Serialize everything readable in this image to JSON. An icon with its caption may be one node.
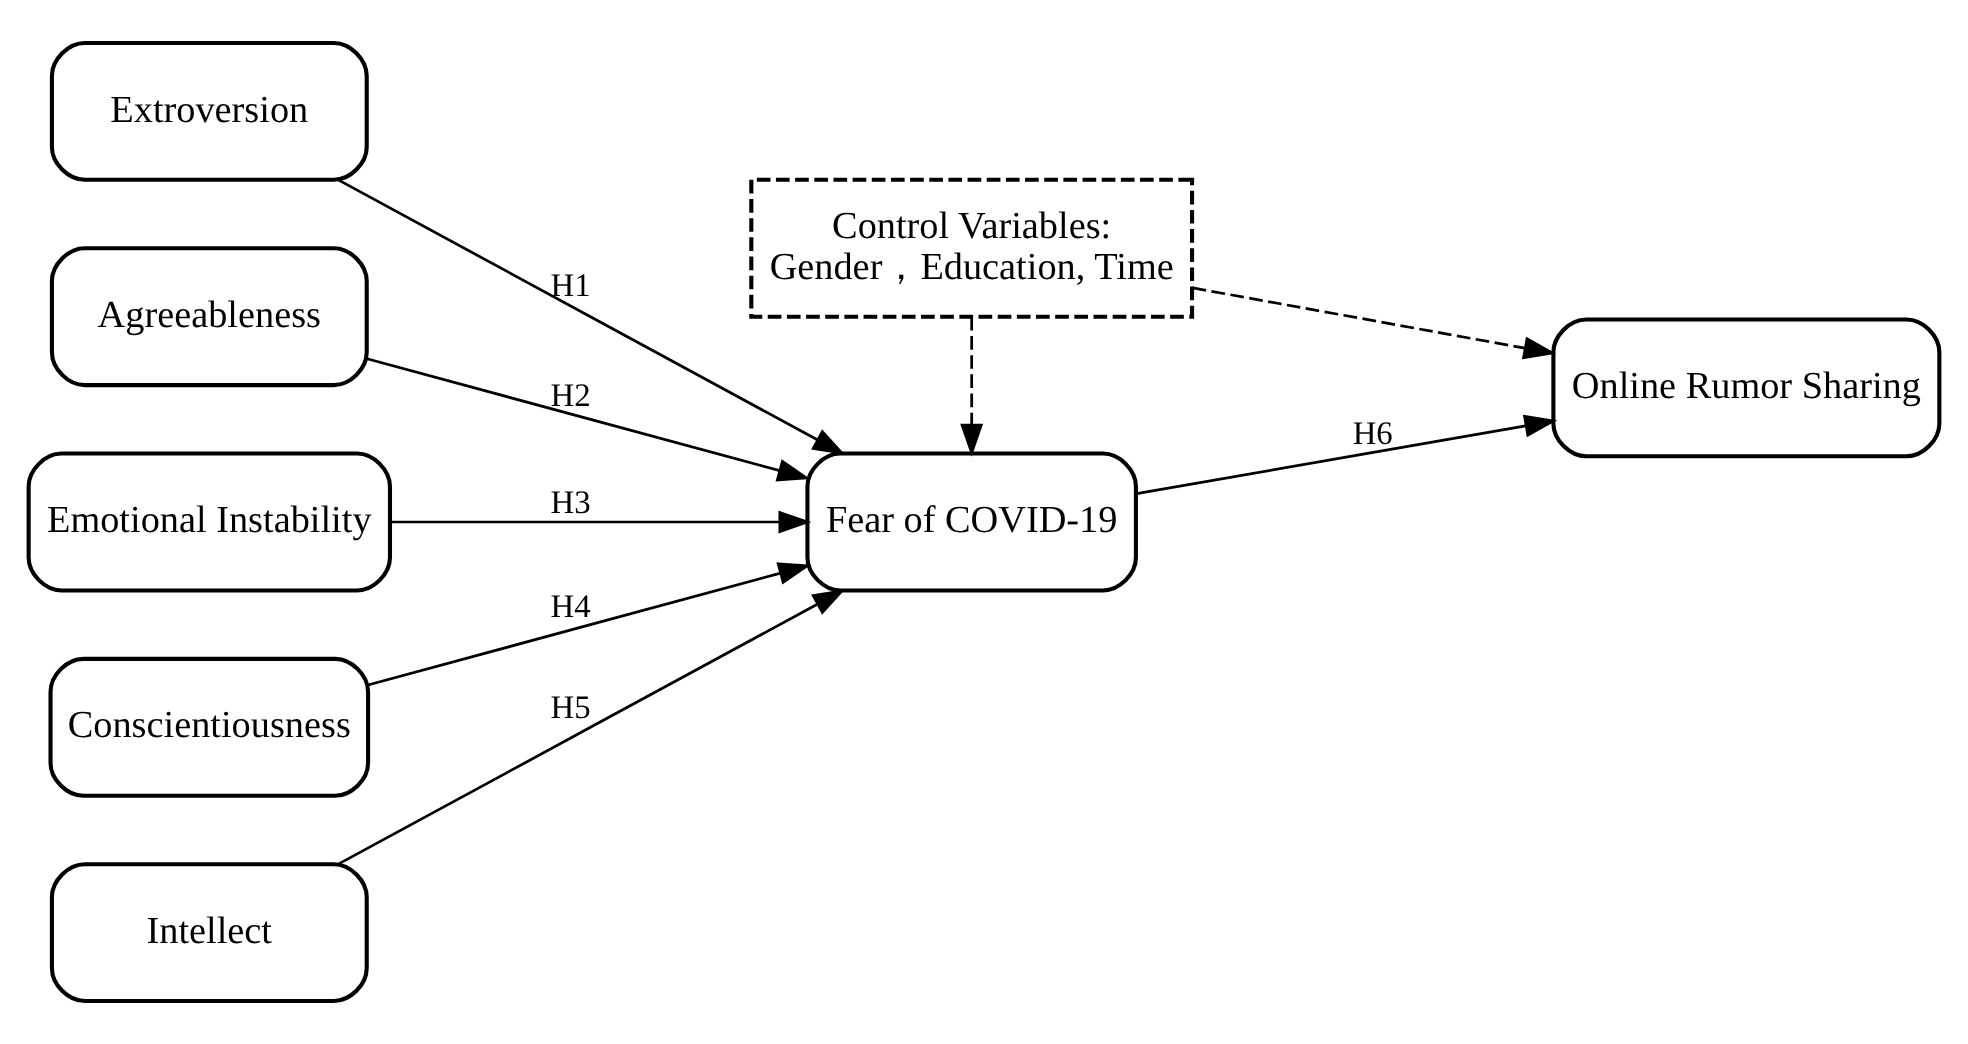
{
  "diagram": {
    "nodes": [
      {
        "text": [
          "Extroversion"
        ]
      },
      {
        "text": [
          "Agreeableness"
        ]
      },
      {
        "text": [
          "Emotional Instability"
        ]
      },
      {
        "text": [
          "Conscientiousness"
        ]
      },
      {
        "text": [
          "Intellect"
        ]
      },
      {
        "text": [
          "Fear of COVID-19"
        ]
      },
      {
        "text": [
          "Online Rumor Sharing"
        ]
      },
      {
        "text": [
          "Control Variables:",
          "Gender，Education, Time"
        ]
      }
    ],
    "edges": [
      {
        "from": 0,
        "to": 5,
        "arrow": "to",
        "label": "H1"
      },
      {
        "from": 1,
        "to": 5,
        "arrow": "to",
        "label": "H2"
      },
      {
        "from": 2,
        "to": 5,
        "arrow": "to",
        "label": "H3"
      },
      {
        "from": 3,
        "to": 5,
        "arrow": "to",
        "label": "H4"
      },
      {
        "from": 4,
        "to": 5,
        "arrow": "to",
        "label": "H5"
      },
      {
        "from": 5,
        "to": 6,
        "arrow": "to",
        "label": "H6"
      },
      {
        "from": 7,
        "to": 5,
        "arrow": "to",
        "style": "dashed"
      },
      {
        "from": 7,
        "to": 6,
        "arrow": "to",
        "style": "dashed"
      }
    ]
  }
}
